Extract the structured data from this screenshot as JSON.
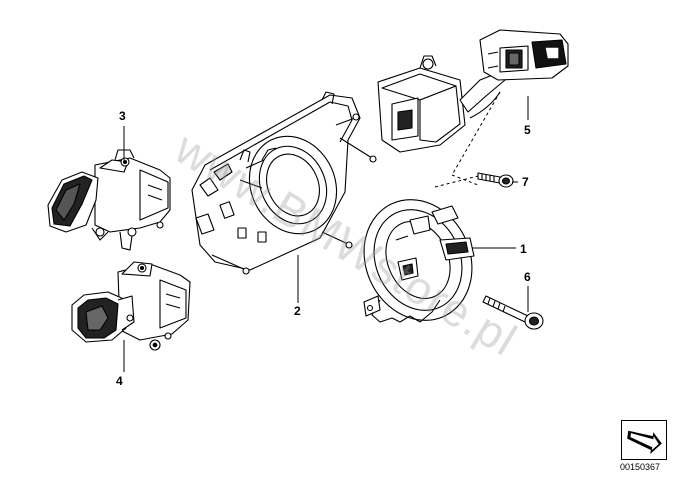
{
  "callouts": {
    "c1": "1",
    "c2": "2",
    "c3": "3",
    "c4": "4",
    "c5": "5",
    "c6": "6",
    "c7": "7"
  },
  "watermark": "www.BMWstore.pl",
  "doc_number": "00150367",
  "icons": {
    "nav": "next-page-arrow-icon"
  },
  "colors": {
    "line": "#000000",
    "fill": "#ffffff",
    "shade": "#444444",
    "watermark": "#969696"
  }
}
